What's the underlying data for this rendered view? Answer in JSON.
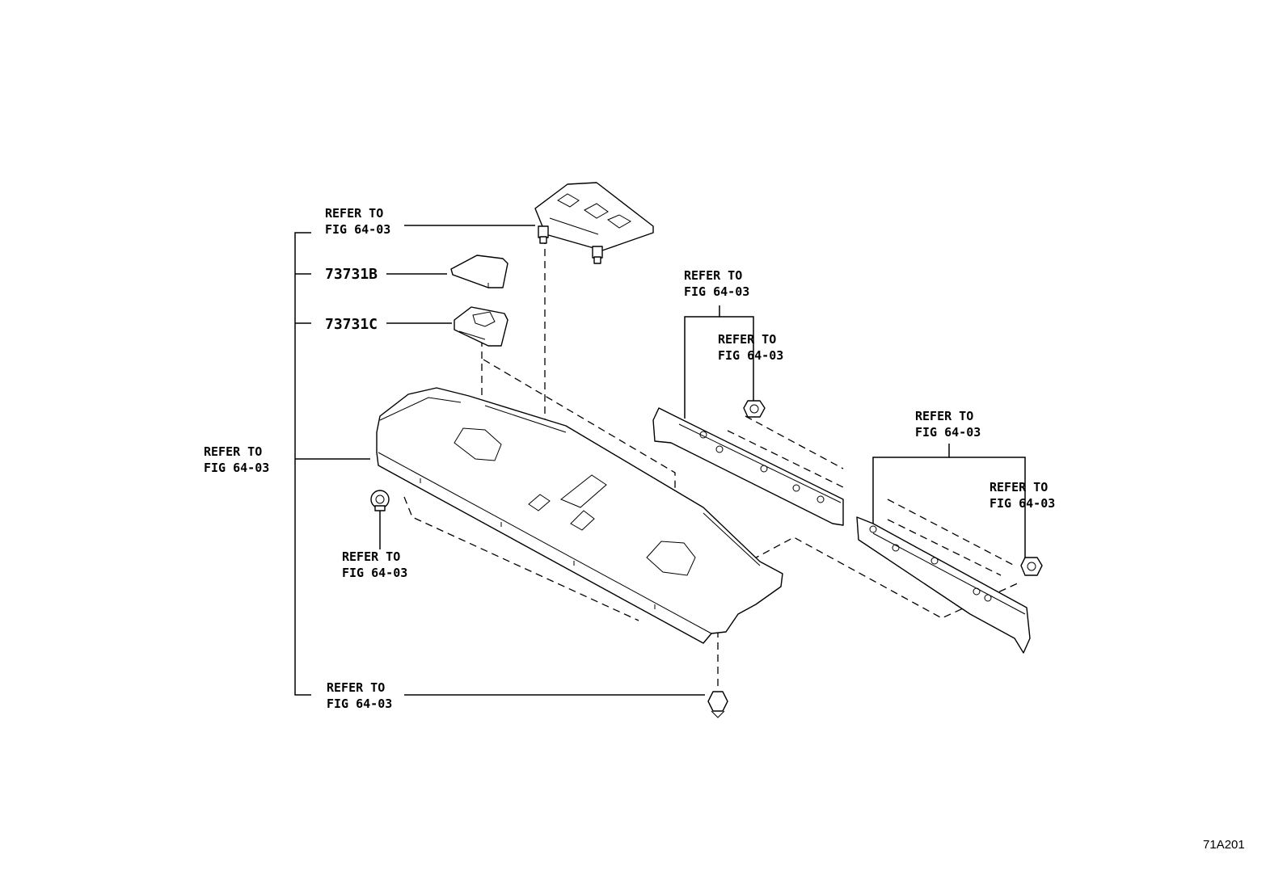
{
  "labels": {
    "top_shelf_ref_line1": "REFER TO",
    "top_shelf_ref_line2": "FIG 64-03",
    "part_b": "73731B",
    "part_c": "73731C",
    "left_ref_line1": "REFER TO",
    "left_ref_line2": "FIG 64-03",
    "left_clip_ref_line1": "REFER TO",
    "left_clip_ref_line2": "FIG 64-03",
    "bottom_ref_line1": "REFER TO",
    "bottom_ref_line2": "FIG 64-03",
    "mid_bracket_ref_line1": "REFER TO",
    "mid_bracket_ref_line2": "FIG 64-03",
    "mid_clip_ref_line1": "REFER TO",
    "mid_clip_ref_line2": "FIG 64-03",
    "right_bracket_ref_line1": "REFER TO",
    "right_bracket_ref_line2": "FIG 64-03",
    "right_clip_ref_line1": "REFER TO",
    "right_clip_ref_line2": "FIG 64-03"
  },
  "diagram_code": "71A201"
}
